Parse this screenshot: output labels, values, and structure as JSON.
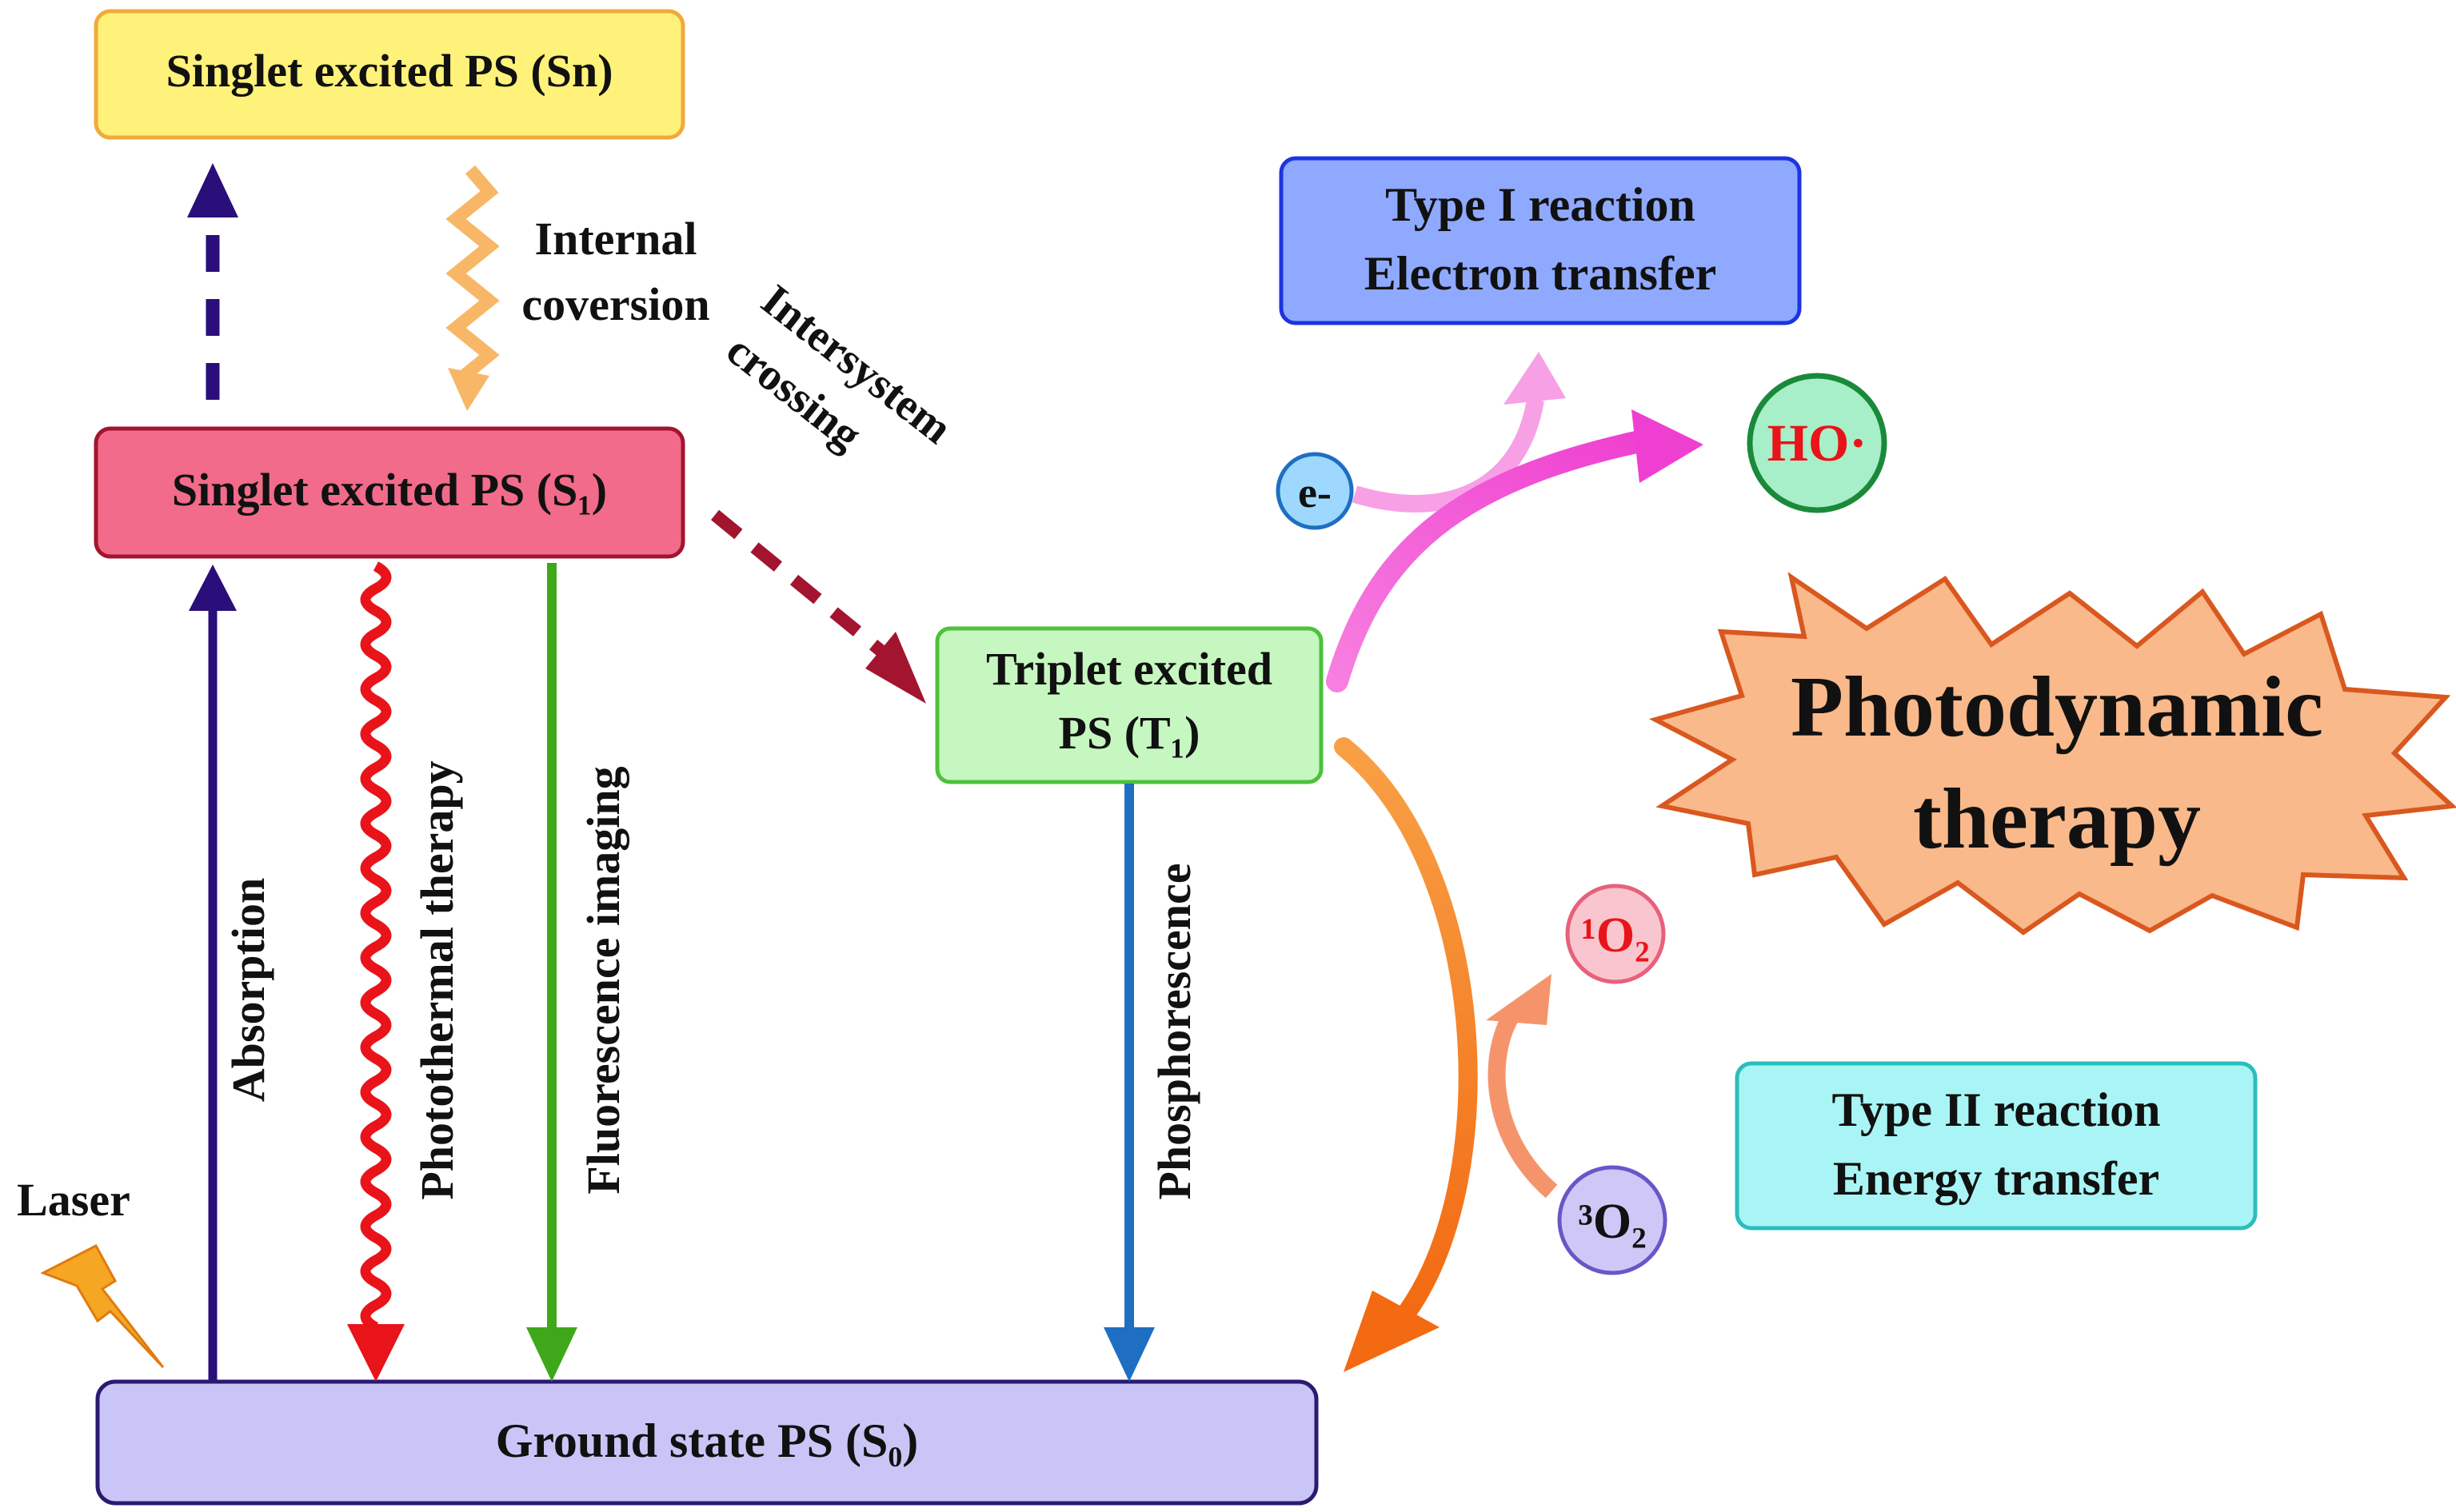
{
  "boxes": {
    "sn": "Singlet excited PS (Sn)",
    "s1": "Singlet excited PS (S₁)",
    "t1_line1": "Triplet excited",
    "t1_line2": "PS (T₁)",
    "s0": "Ground state PS (S₀)",
    "type1_line1": "Type I reaction",
    "type1_line2": "Electron transfer",
    "type2_line1": "Type II reaction",
    "type2_line2": "Energy transfer"
  },
  "processes": {
    "internal_line1": "Internal",
    "internal_line2": "coversion",
    "isc_line1": "Intersystem",
    "isc_line2": "crossing",
    "absorption": "Absorption",
    "photothermal": "Photothermal therapy",
    "fluorescence": "Fluorescence imaging",
    "phosphorescence": "Phosphorescence",
    "laser": "Laser"
  },
  "species": {
    "electron": "e-",
    "hydroxyl": "HO·",
    "singlet_oxygen": "¹O₂",
    "triplet_oxygen": "³O₂"
  },
  "burst": {
    "line1": "Photodynamic",
    "line2": "therapy"
  },
  "colors": {
    "sn_fill": "#fff27a",
    "sn_stroke": "#f2a93b",
    "s1_fill": "#f26b8a",
    "s1_stroke": "#a3142e",
    "t1_fill": "#c6f7c0",
    "t1_stroke": "#4cc23a",
    "s0_fill": "#c9c6f7",
    "s0_stroke": "#2b1a70",
    "type1_fill": "#8fa9ff",
    "type1_stroke": "#1d34e0",
    "type2_fill": "#a9f5f5",
    "type2_stroke": "#2bbdbd",
    "burst_fill": "#f9b98a",
    "burst_stroke": "#d9581f",
    "absorption": "#2a0f7a",
    "photothermal": "#e8141a",
    "fluorescence": "#3ea81a",
    "phosphorescence": "#1e6fc2",
    "isc": "#a3142e",
    "internal": "#f8b766",
    "type1_arrow": "#f26bd9",
    "type2_arrow": "#f57c1f",
    "oxygen_arrow": "#f5946b",
    "red_text": "#e8141a"
  }
}
